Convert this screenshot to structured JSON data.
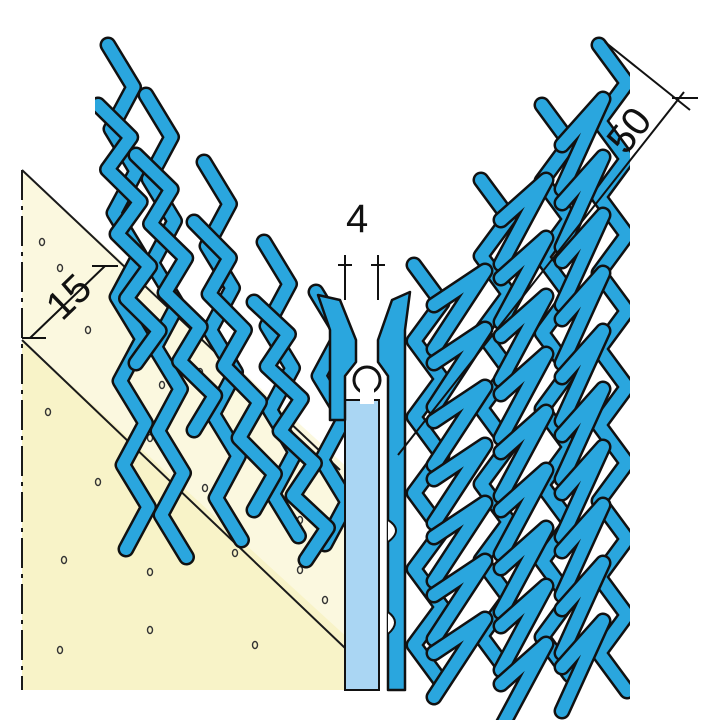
{
  "dimensions": {
    "mesh_width": "50",
    "plaster_depth": "15",
    "nose_gap": "4"
  },
  "colors": {
    "mesh": "#2aa6de",
    "mesh_outline": "#111111",
    "plaster": "#f8f3c8",
    "plaster_light": "#fbf8df",
    "profile_core": "#aad6f3",
    "dimension_line": "#111111"
  }
}
